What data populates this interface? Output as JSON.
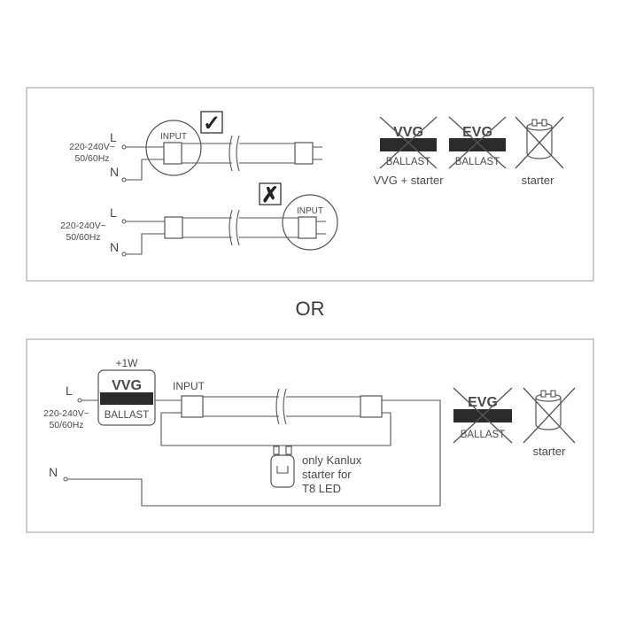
{
  "top_panel": {
    "correct_row": {
      "voltage_line1": "220-240V~",
      "voltage_line2": "50/60Hz",
      "l_label": "L",
      "n_label": "N",
      "input_label": "INPUT",
      "mark": "✓"
    },
    "wrong_row": {
      "voltage_line1": "220-240V~",
      "voltage_line2": "50/60Hz",
      "l_label": "L",
      "n_label": "N",
      "input_label": "INPUT",
      "mark": "✗"
    },
    "not_allowed": [
      {
        "badge": "VVG",
        "sublabel": "BALLAST",
        "caption": "VVG + starter"
      },
      {
        "badge": "EVG",
        "sublabel": "BALLAST",
        "caption": ""
      },
      {
        "badge": "",
        "sublabel": "",
        "caption": "starter"
      }
    ]
  },
  "separator": {
    "label": "OR"
  },
  "bottom_panel": {
    "voltage_line1": "220-240V~",
    "voltage_line2": "50/60Hz",
    "l_label": "L",
    "n_label": "N",
    "ballast": {
      "power": "+1W",
      "badge": "VVG",
      "sublabel": "BALLAST"
    },
    "input_label": "INPUT",
    "starter_note": [
      "only Kanlux",
      "starter for",
      "T8 LED"
    ],
    "not_allowed": [
      {
        "badge": "EVG",
        "sublabel": "BALLAST",
        "caption": ""
      },
      {
        "badge": "",
        "sublabel": "",
        "caption": "starter"
      }
    ]
  },
  "colors": {
    "line": "#555555",
    "frame": "#9a9a9a",
    "badge_fill": "#2b2b2b",
    "text": "#4a4a4a"
  }
}
